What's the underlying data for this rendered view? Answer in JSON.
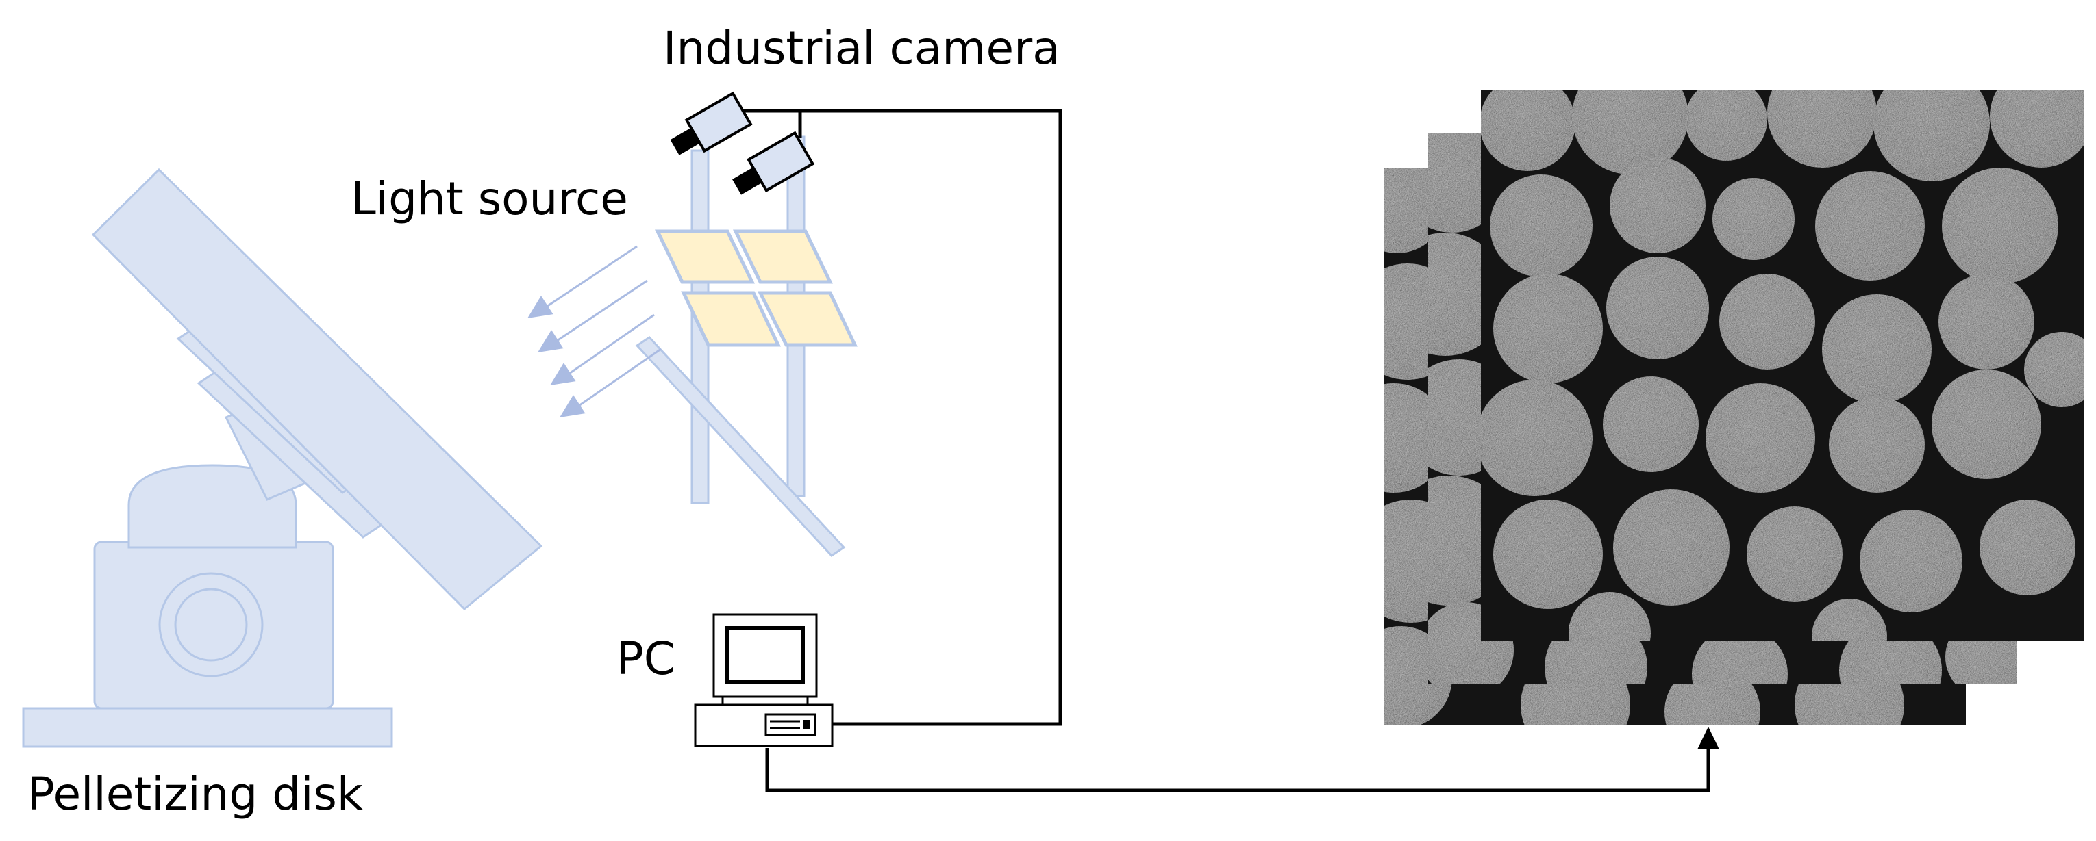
{
  "labels": {
    "industrial_camera": "Industrial camera",
    "light_source": "Light source",
    "pc": "PC",
    "pelletizing_disk": "Pelletizing disk"
  },
  "colors": {
    "equipment_fill": "#dae3f3",
    "equipment_stroke": "#b4c7e7",
    "light_panel": "#fff2cc",
    "arrow_light": "#aabbe2",
    "cable": "#000000",
    "pellet_background": "#141414",
    "pellet_fill": "#3c3c3c"
  },
  "icons": [
    "pelletizing-disk-icon",
    "camera-icon",
    "light-panel-icon",
    "computer-icon",
    "pellet-image-stack-icon"
  ]
}
